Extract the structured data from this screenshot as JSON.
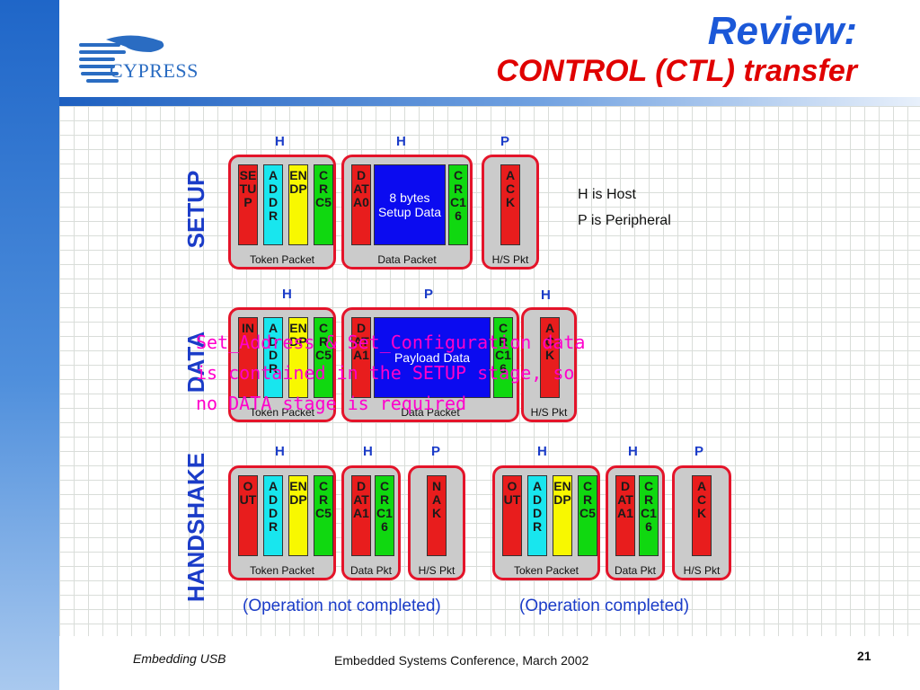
{
  "header": {
    "title": "Review:",
    "subtitle": "CONTROL (CTL) transfer",
    "logo_text": "CYPRESS",
    "logo_icon": "cypress-tree-logo"
  },
  "stages": {
    "setup": "SETUP",
    "data": "DATA",
    "handshake": "HANDSHAKE"
  },
  "setup": {
    "roles": [
      "H",
      "H",
      "P"
    ],
    "token": {
      "label": "Token Packet",
      "fields": [
        "SETUP",
        "ADDR",
        "ENDP",
        "CRC5"
      ]
    },
    "data": {
      "label": "Data Packet",
      "pid": "DATA0",
      "payload": "8 bytes Setup Data",
      "crc": "CRC16"
    },
    "hs": {
      "label": "H/S Pkt",
      "pid": "ACK"
    }
  },
  "data_stage": {
    "roles": [
      "H",
      "P",
      "H"
    ],
    "token": {
      "label": "Token Packet",
      "fields": [
        "IN",
        "ADDR",
        "ENDP",
        "CRC5"
      ]
    },
    "data": {
      "label": "Data Packet",
      "pid": "DATA1",
      "payload": "Payload Data",
      "crc": "CRC16"
    },
    "hs": {
      "label": "H/S Pkt",
      "pid": "ACK"
    }
  },
  "handshake": {
    "left": {
      "roles": [
        "H",
        "H",
        "P"
      ],
      "token": {
        "label": "Token Packet",
        "fields": [
          "OUT",
          "ADDR",
          "ENDP",
          "CRC5"
        ]
      },
      "data": {
        "label": "Data Pkt",
        "fields": [
          "DATA1",
          "CRC16"
        ]
      },
      "hs": {
        "label": "H/S Pkt",
        "pid": "NAK"
      },
      "caption": "(Operation not completed)"
    },
    "right": {
      "roles": [
        "H",
        "H",
        "P"
      ],
      "token": {
        "label": "Token Packet",
        "fields": [
          "OUT",
          "ADDR",
          "ENDP",
          "CRC5"
        ]
      },
      "data": {
        "label": "Data Pkt",
        "fields": [
          "DATA1",
          "CRC16"
        ]
      },
      "hs": {
        "label": "H/S Pkt",
        "pid": "ACK"
      },
      "caption": "(Operation completed)"
    }
  },
  "legend": {
    "host": "H is Host",
    "peripheral": "P is Peripheral"
  },
  "overlay": {
    "line1": "Set_Address & Set_Configuration data",
    "line2": "is contained in the SETUP stage, so",
    "line3": "no DATA stage is required"
  },
  "footer": {
    "left": "Embedding USB",
    "center": "Embedded Systems Conference, March 2002",
    "page": "21"
  }
}
